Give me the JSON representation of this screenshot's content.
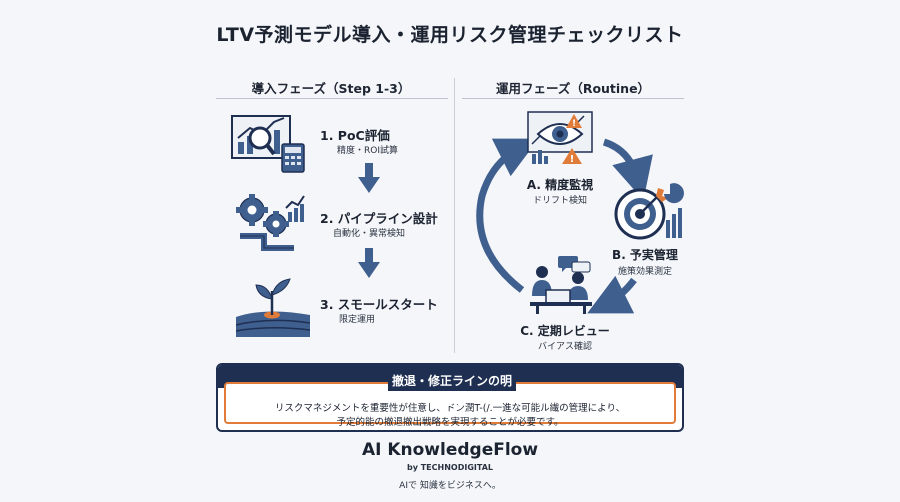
{
  "title": "LTV予測モデル導入・運用リスク管理チェックリスト",
  "left_section": {
    "heading": "導入フェーズ（Step 1-3）",
    "steps": [
      {
        "title": "1. PoC評価",
        "sub": "精度・ROI試算"
      },
      {
        "title": "2. パイプライン設計",
        "sub": "自動化・異常検知"
      },
      {
        "title": "3. スモールスタート",
        "sub": "限定運用"
      }
    ]
  },
  "right_section": {
    "heading": "運用フェーズ（Routine）",
    "cycle": [
      {
        "title": "A. 精度監視",
        "sub": "ドリフト検知"
      },
      {
        "title": "B. 予実管理",
        "sub": "施策効果測定"
      },
      {
        "title": "C. 定期レビュー",
        "sub": "バイアス確認"
      }
    ]
  },
  "box": {
    "heading": "撤退・修正ラインの明確化",
    "line1": "リスクマネジメントを重要性が住意し、ドン潤T-(/.一進な可能ル繊の管理により、",
    "line2": "予定的能の撤退撤出戦略を実現することが必要です。"
  },
  "brand": {
    "name": "AI KnowledgeFlow",
    "by": "by TECHNODIGITAL",
    "tagline": "AIで 知識をビジネスへ。"
  },
  "colors": {
    "navy": "#1e2f52",
    "steel_blue": "#3f5f8f",
    "orange": "#e07b39",
    "background": "#f4f6f9"
  }
}
